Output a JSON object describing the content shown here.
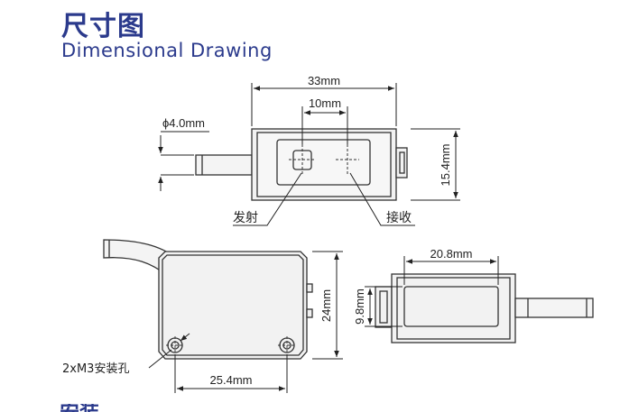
{
  "header": {
    "title_cn": "尺寸图",
    "title_en": "Dimensional Drawing",
    "next_section_fragment": "安装"
  },
  "front_view": {
    "dim_width": "33mm",
    "dim_spacing": "10mm",
    "dim_height": "15.4mm",
    "dim_cable": "ϕ4.0mm",
    "label_emitter": "发射",
    "label_receiver": "接收"
  },
  "side_view": {
    "dim_height": "24mm",
    "dim_hole_spacing": "25.4mm",
    "label_holes": "2xM3安装孔"
  },
  "top_view": {
    "dim_width": "20.8mm",
    "dim_height": "9.8mm"
  }
}
